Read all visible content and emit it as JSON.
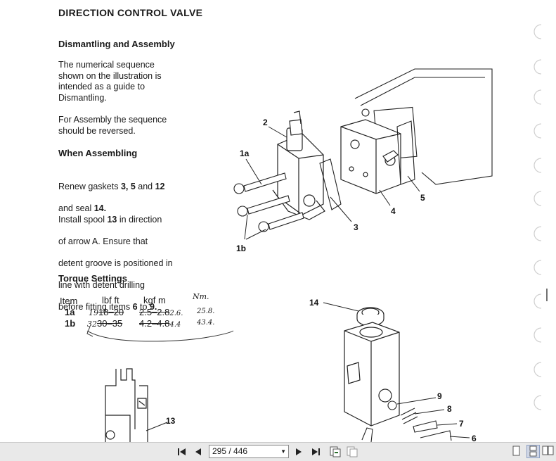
{
  "document": {
    "title": "DIRECTION CONTROL VALVE",
    "section1_heading": "Dismantling and Assembly",
    "para1": "The numerical sequence\nshown on the illustration is\nintended as a guide to\nDismantling.",
    "para2": "For Assembly the sequence\nshould be reversed.",
    "section2_heading": "When Assembling",
    "para3_lines": [
      [
        "Renew gaskets ",
        "3, 5",
        " and ",
        "12"
      ],
      [
        "and seal ",
        "14."
      ]
    ],
    "para4_lines": [
      [
        "Install spool ",
        "13",
        " in direction"
      ],
      [
        "of arrow A.  Ensure that"
      ],
      [
        "detent groove is positioned in"
      ],
      [
        "line with detent drilling"
      ],
      [
        "before fitting items ",
        "6",
        " to ",
        "9."
      ]
    ],
    "torque_heading": "Torque Settings",
    "torque_headers": [
      "Item",
      "lbf ft",
      "kgf m"
    ],
    "torque_header_handwritten": "Nm.",
    "torque_rows": [
      {
        "item": "1a",
        "lbf_hw": "19",
        "lbf": "18–20",
        "kgf": "2.5–2.8",
        "kgf_hw": "2.6.",
        "nm_hw": "25.8."
      },
      {
        "item": "1b",
        "lbf_hw": "32",
        "lbf": "30–35",
        "kgf": "4.2–4.8",
        "kgf_hw": "4.4",
        "nm_hw": "43.4."
      }
    ],
    "callouts": {
      "c2": "2",
      "c1a": "1a",
      "c1b": "1b",
      "c3": "3",
      "c4": "4",
      "c5": "5",
      "c14": "14",
      "c9": "9",
      "c8": "8",
      "c7": "7",
      "c6": "6",
      "c13": "13"
    }
  },
  "toolbar": {
    "page_indicator": "295 / 446",
    "icons": [
      "first-page-icon",
      "prev-page-icon",
      "next-page-icon",
      "last-page-icon",
      "go-back-icon",
      "go-forward-icon",
      "single-page-icon",
      "continuous-icon",
      "facing-icon"
    ]
  }
}
